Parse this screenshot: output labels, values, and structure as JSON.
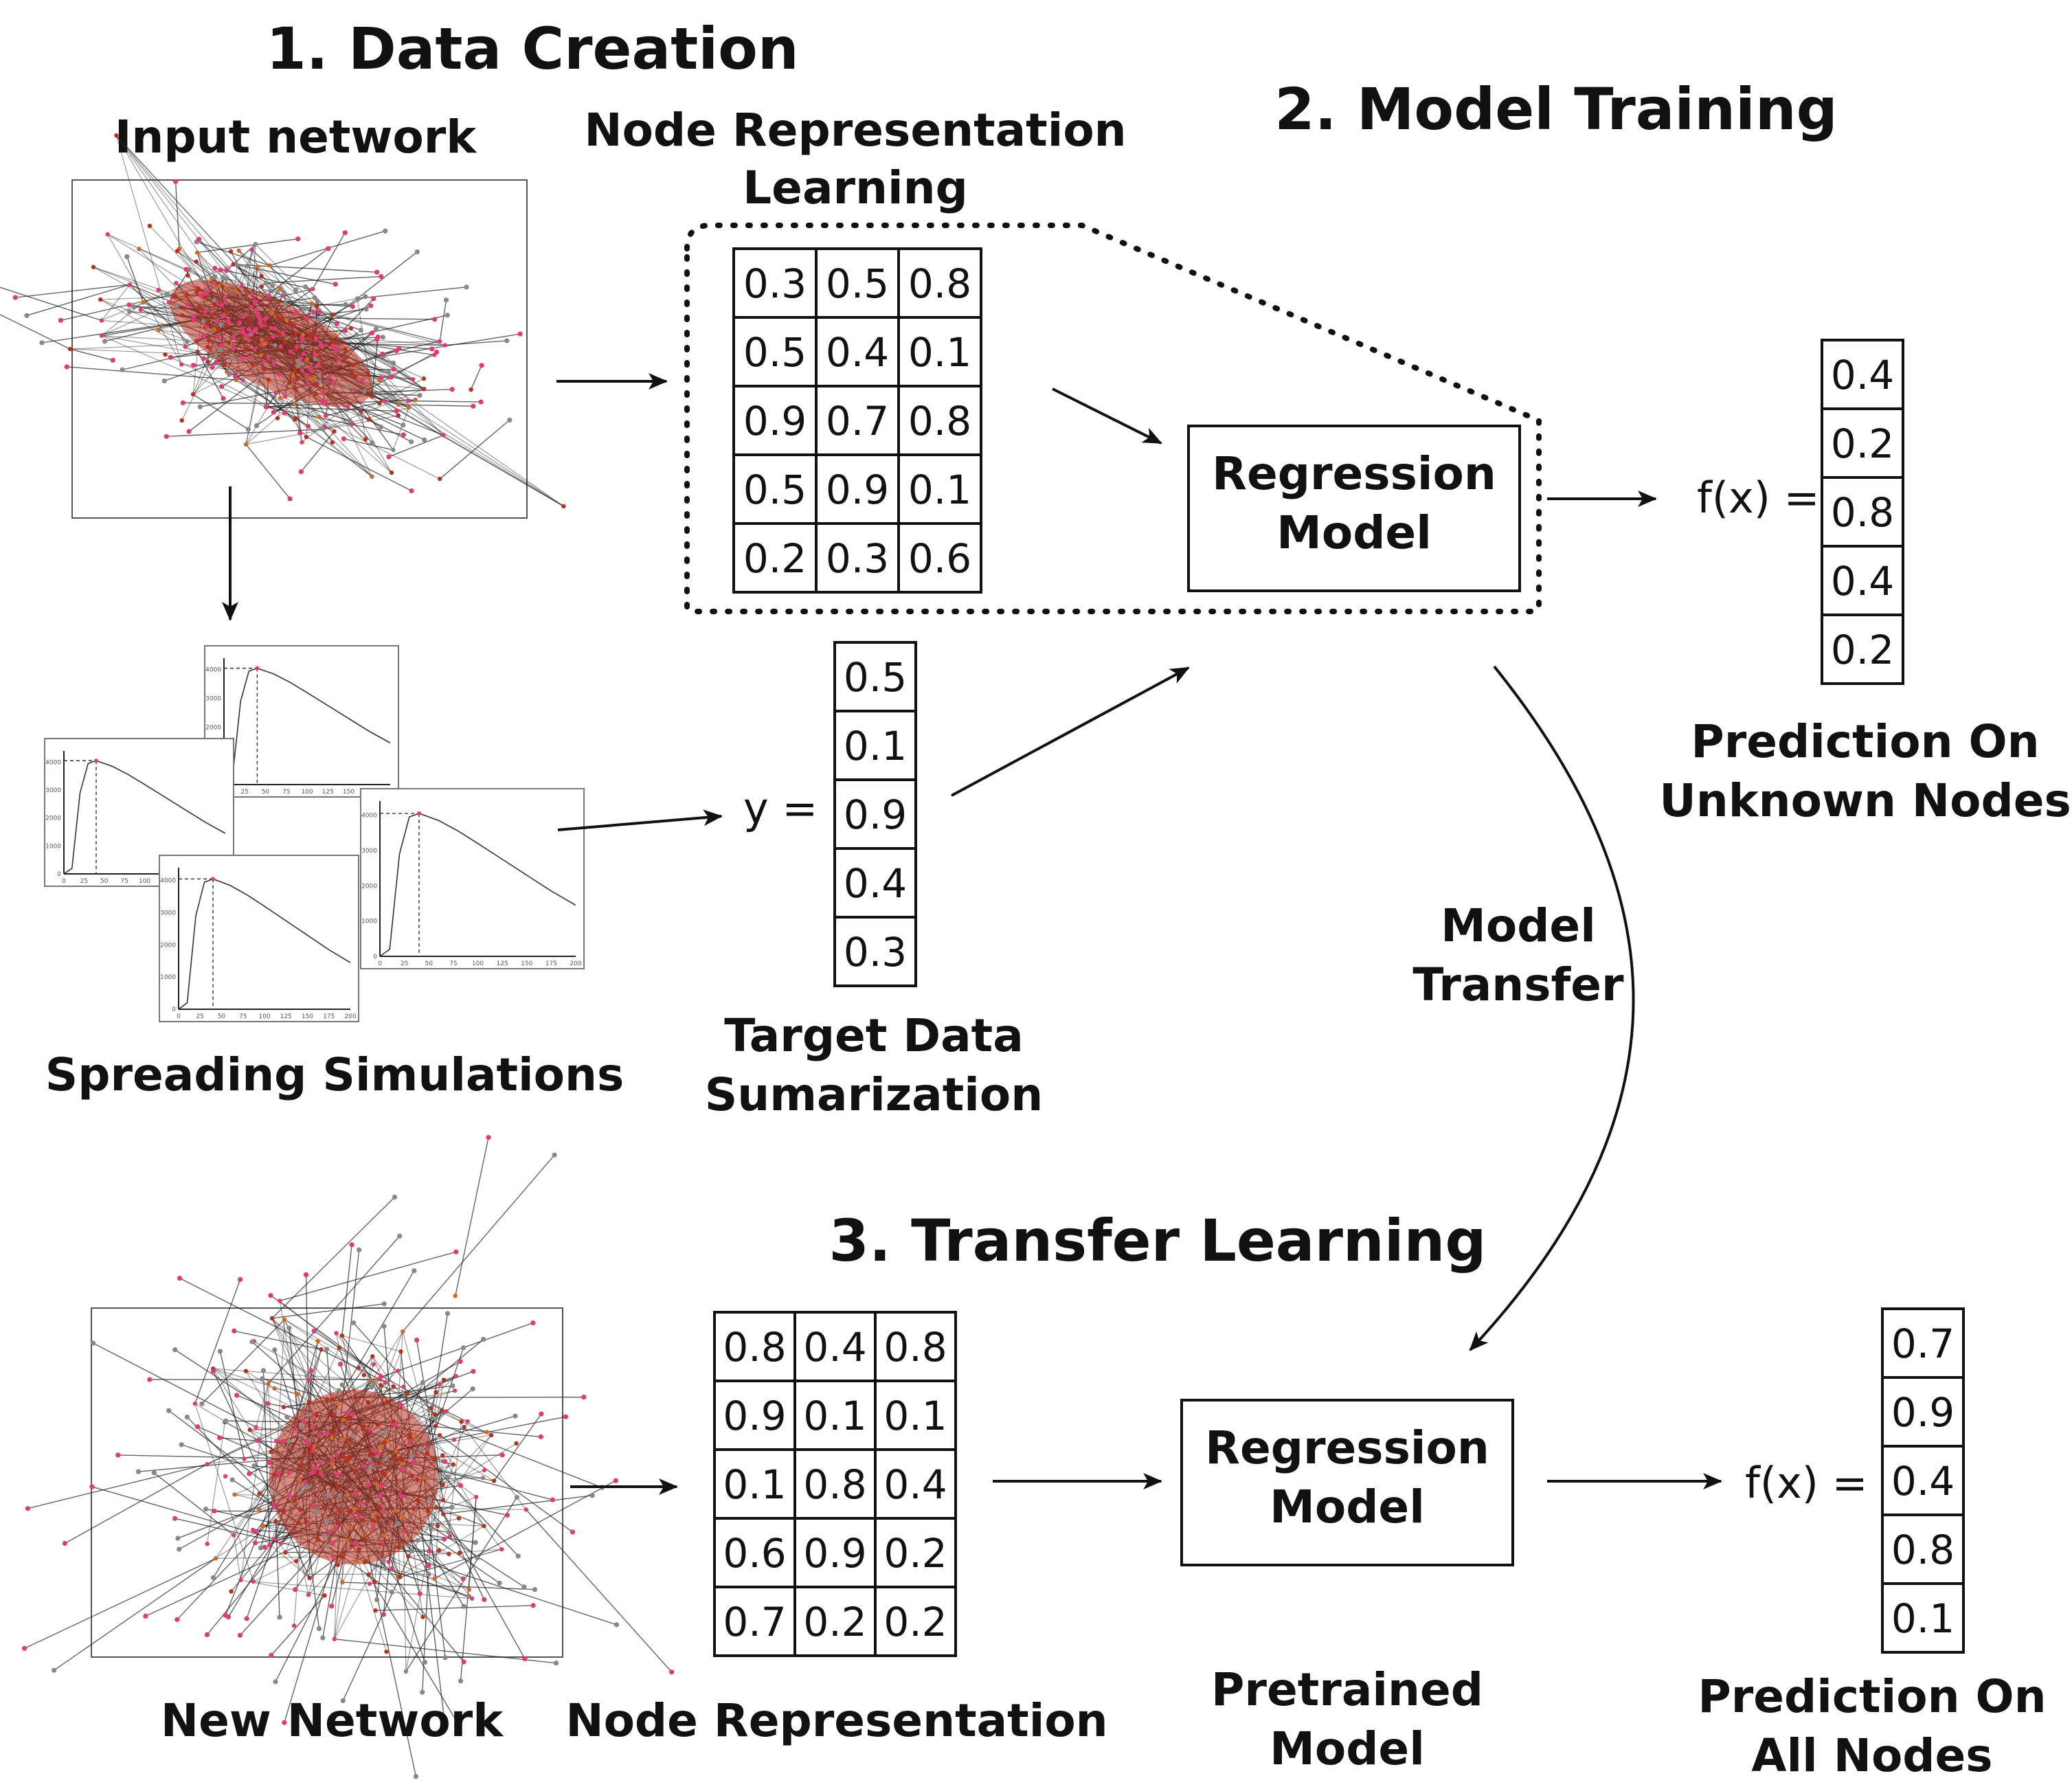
{
  "stages": {
    "data_creation": "1. Data Creation",
    "model_training": "2. Model Training",
    "transfer_learning": "3. Transfer Learning"
  },
  "labels": {
    "input_network": "Input network",
    "node_rep_learning_line1": "Node Representation",
    "node_rep_learning_line2": "Learning",
    "spreading_simulations": "Spreading Simulations",
    "target_line1": "Target Data",
    "target_line2": "Sumarization",
    "regression_line1": "Regression",
    "regression_line2": "Model",
    "prediction_unknown_line1": "Prediction On",
    "prediction_unknown_line2": "Unknown Nodes",
    "model_transfer_line1": "Model",
    "model_transfer_line2": "Transfer",
    "new_network": "New Network",
    "node_representation": "Node Representation",
    "pretrained_line1": "Pretrained",
    "pretrained_line2": "Model",
    "prediction_all_line1": "Prediction On",
    "prediction_all_line2": "All Nodes",
    "y_eq": "y =",
    "fx_eq": "f(x) ="
  },
  "matrices": {
    "embedding_train": [
      [
        "0.3",
        "0.5",
        "0.8"
      ],
      [
        "0.5",
        "0.4",
        "0.1"
      ],
      [
        "0.9",
        "0.7",
        "0.8"
      ],
      [
        "0.5",
        "0.9",
        "0.1"
      ],
      [
        "0.2",
        "0.3",
        "0.6"
      ]
    ],
    "target_y": [
      "0.5",
      "0.1",
      "0.9",
      "0.4",
      "0.3"
    ],
    "prediction_unknown": [
      "0.4",
      "0.2",
      "0.8",
      "0.4",
      "0.2"
    ],
    "embedding_new": [
      [
        "0.8",
        "0.4",
        "0.8"
      ],
      [
        "0.9",
        "0.1",
        "0.1"
      ],
      [
        "0.1",
        "0.8",
        "0.4"
      ],
      [
        "0.6",
        "0.9",
        "0.2"
      ],
      [
        "0.7",
        "0.2",
        "0.2"
      ]
    ],
    "prediction_all": [
      "0.7",
      "0.9",
      "0.4",
      "0.8",
      "0.1"
    ]
  },
  "colors": {
    "node_pink": "#e23a78",
    "node_red": "#b8301e",
    "node_orange": "#d2691e",
    "node_gray": "#888888",
    "edge": "#222222",
    "peak_marker": "#e23a78"
  },
  "chart_data": {
    "type": "line",
    "title": "",
    "xlabel": "",
    "ylabel": "",
    "x_tick_labels": [
      "0",
      "25",
      "50",
      "75",
      "100",
      "125",
      "150",
      "175",
      "200"
    ],
    "y_tick_labels": [
      "0",
      "1000",
      "2000",
      "3000",
      "4000"
    ],
    "series": [
      {
        "x": [
          0,
          10,
          20,
          30,
          40,
          60,
          80,
          100,
          125,
          150,
          175,
          200
        ],
        "values": [
          0,
          200,
          2900,
          3950,
          4050,
          3850,
          3550,
          3200,
          2750,
          2300,
          1850,
          1450
        ]
      }
    ],
    "peak_x": 40,
    "grid": false
  }
}
